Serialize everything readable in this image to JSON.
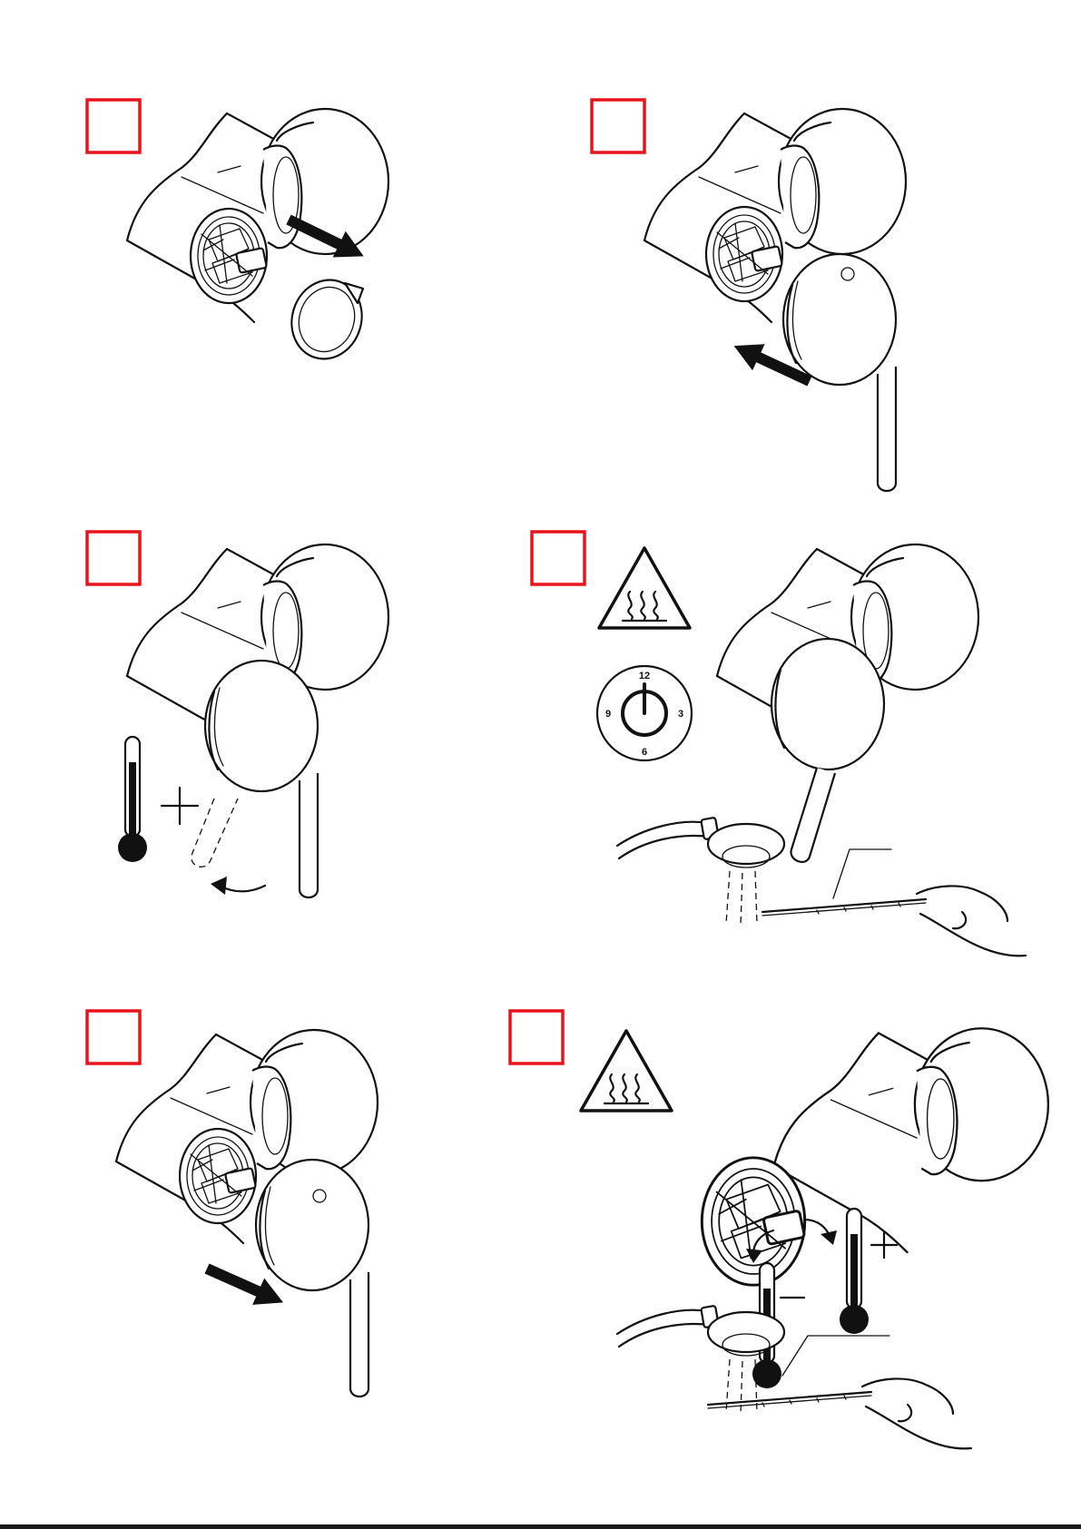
{
  "document": {
    "type": "installation-instruction-sheet",
    "steps_count": 6
  },
  "steps": [
    {
      "marker_color": "#e8131b",
      "action": "remove-retaining-ring",
      "icons": [
        "push-arrow-icon"
      ]
    },
    {
      "marker_color": "#e8131b",
      "action": "fit-handle",
      "icons": [
        "push-arrow-icon"
      ]
    },
    {
      "marker_color": "#e8131b",
      "action": "rotate-handle-hot",
      "icons": [
        "thermometer-icon",
        "plus-sign-icon",
        "curved-arrow-icon"
      ]
    },
    {
      "marker_color": "#e8131b",
      "action": "measure-temperature",
      "icons": [
        "hot-surface-warning-icon",
        "clock-icon",
        "shower-head-icon",
        "thermometer-probe-icon"
      ]
    },
    {
      "marker_color": "#e8131b",
      "action": "remove-handle",
      "icons": [
        "push-arrow-icon"
      ]
    },
    {
      "marker_color": "#e8131b",
      "action": "adjust-cartridge-temperature",
      "icons": [
        "hot-surface-warning-icon",
        "thermometer-icon",
        "plus-sign-icon",
        "minus-sign-icon",
        "shower-head-icon"
      ]
    }
  ],
  "timer_dial": {
    "labels": {
      "top": "12",
      "right": "3",
      "bottom": "6",
      "left": "9"
    }
  },
  "colors": {
    "step_marker": "#e8131b",
    "linework": "#111111",
    "background": "#ffffff"
  }
}
